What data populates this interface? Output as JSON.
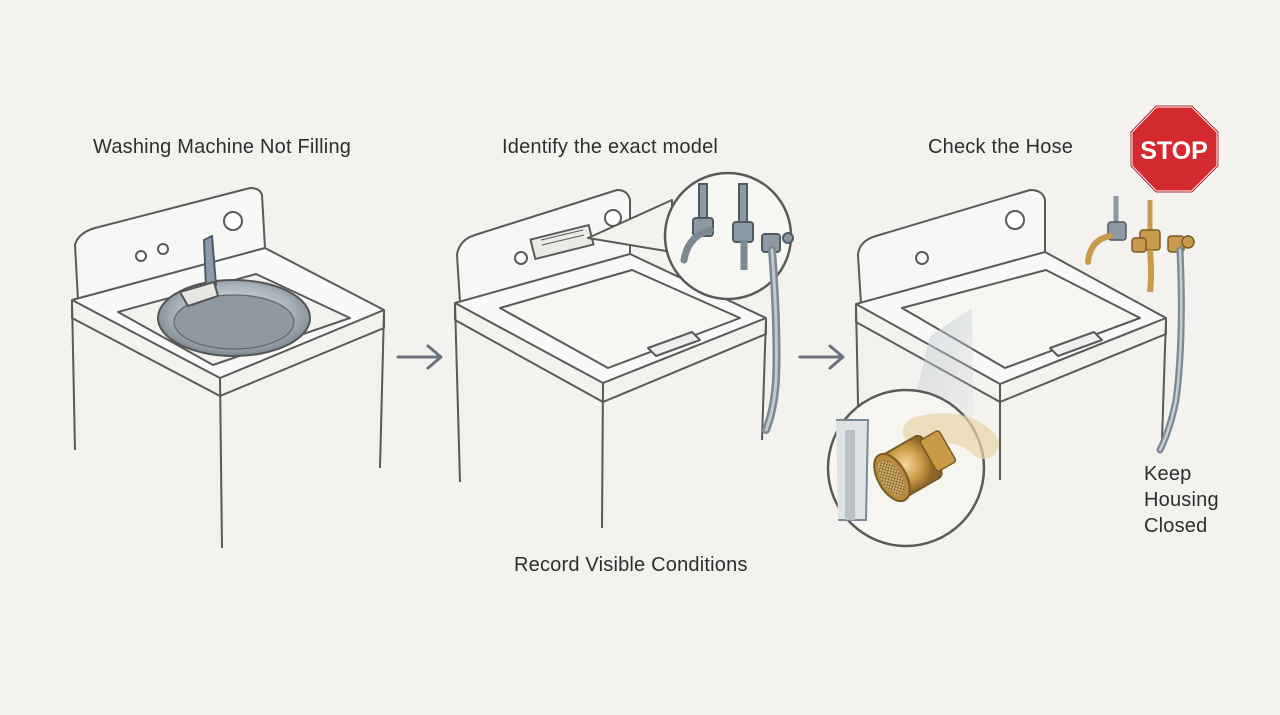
{
  "steps": {
    "step1_title": "Washing Machine Not Filling",
    "step2_title": "Identify the exact model",
    "step3_title": "Check the Hose",
    "record_caption": "Record Visible Conditions",
    "keep_housing": [
      "Keep",
      "Housing",
      "Closed"
    ]
  },
  "stop_sign": {
    "text": "STOP",
    "color": "#d42a2f"
  },
  "colors": {
    "ink": "#555555",
    "brass": "#c79a4e",
    "arrow": "#6b747c"
  }
}
